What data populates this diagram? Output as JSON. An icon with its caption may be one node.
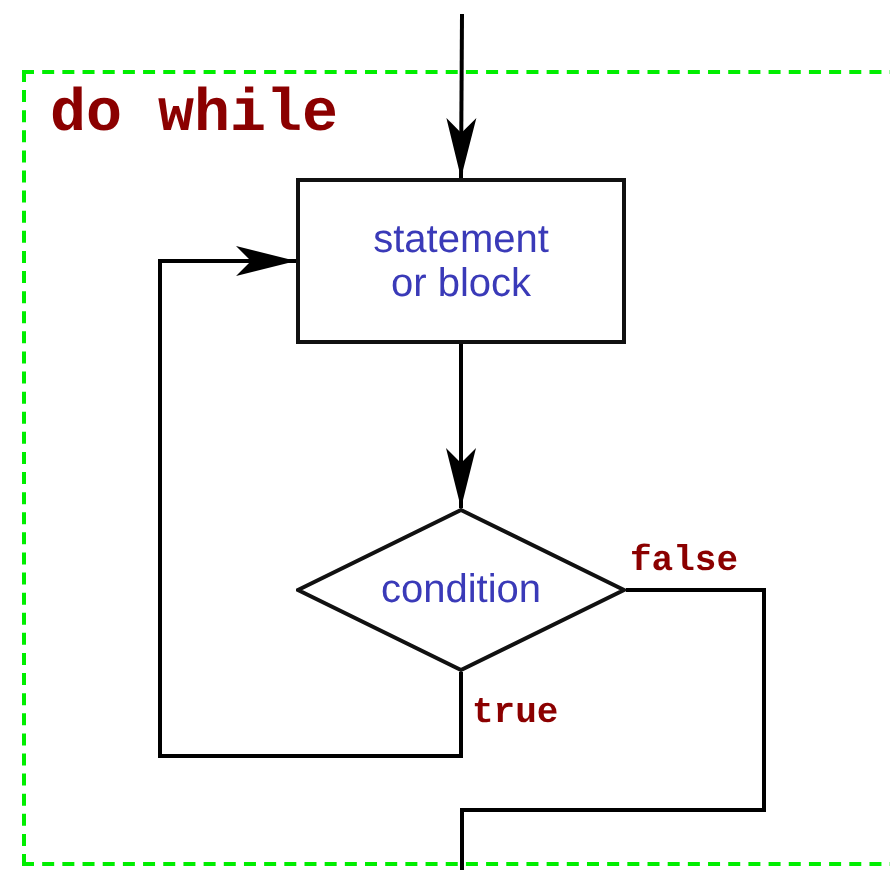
{
  "diagram": {
    "nodes": [
      {
        "text": [
          "do while"
        ]
      },
      {
        "text": [
          "statement or block"
        ],
        "in": 0
      },
      {
        "text": [
          "condition"
        ],
        "in": 0
      }
    ],
    "edges": [
      {
        "from": null,
        "to": 1,
        "arrow": "to"
      },
      {
        "from": 1,
        "to": 2,
        "arrow": "to"
      },
      {
        "from": 2,
        "to": 1,
        "arrow": "to",
        "label": "true"
      },
      {
        "from": 2,
        "to": null,
        "arrow": "none",
        "label": "false"
      }
    ]
  }
}
